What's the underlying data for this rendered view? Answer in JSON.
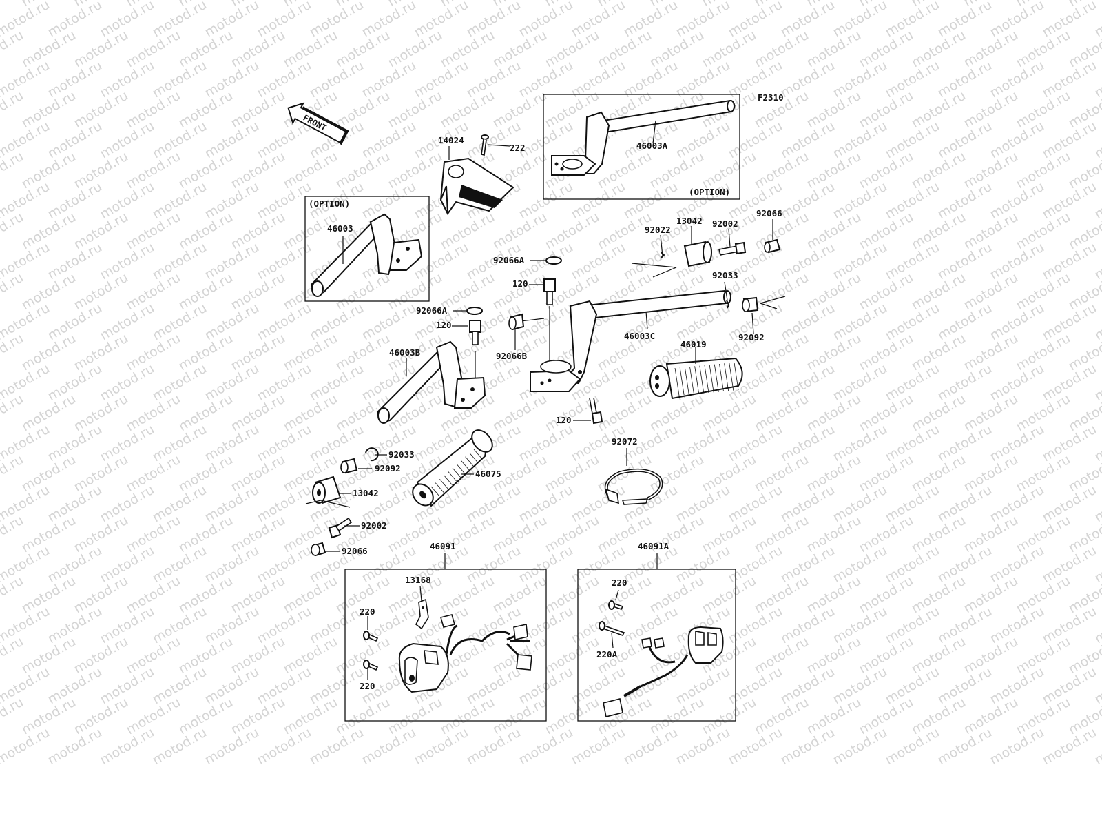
{
  "ref": "F2310",
  "front": "FRONT",
  "boxes": {
    "opt_left": "(OPTION)",
    "opt_top": "(OPTION)"
  },
  "colors": {
    "line": "#111111",
    "watermark": "#d4d4d4",
    "background": "#ffffff"
  },
  "watermark": "motod.ru",
  "labels": {
    "p14024": "14024",
    "p222": "222",
    "p46003A": "46003A",
    "p46003": "46003",
    "p92022": "92022",
    "p13042a": "13042",
    "p92002a": "92002",
    "p92066a": "92066",
    "p92066A1": "92066A",
    "p120a": "120",
    "p92033a": "92033",
    "p92066A2": "92066A",
    "p120b": "120",
    "p46003C": "46003C",
    "p92092a": "92092",
    "p46003B": "46003B",
    "p92066B": "92066B",
    "p46019": "46019",
    "p120c": "120",
    "p92072": "92072",
    "p92033b": "92033",
    "p92092b": "92092",
    "p46075": "46075",
    "p13042b": "13042",
    "p92002b": "92002",
    "p92066b": "92066",
    "p46091": "46091",
    "p46091A": "46091A",
    "p13168": "13168",
    "p220a": "220",
    "p220b": "220",
    "p220c": "220",
    "p220A": "220A"
  }
}
